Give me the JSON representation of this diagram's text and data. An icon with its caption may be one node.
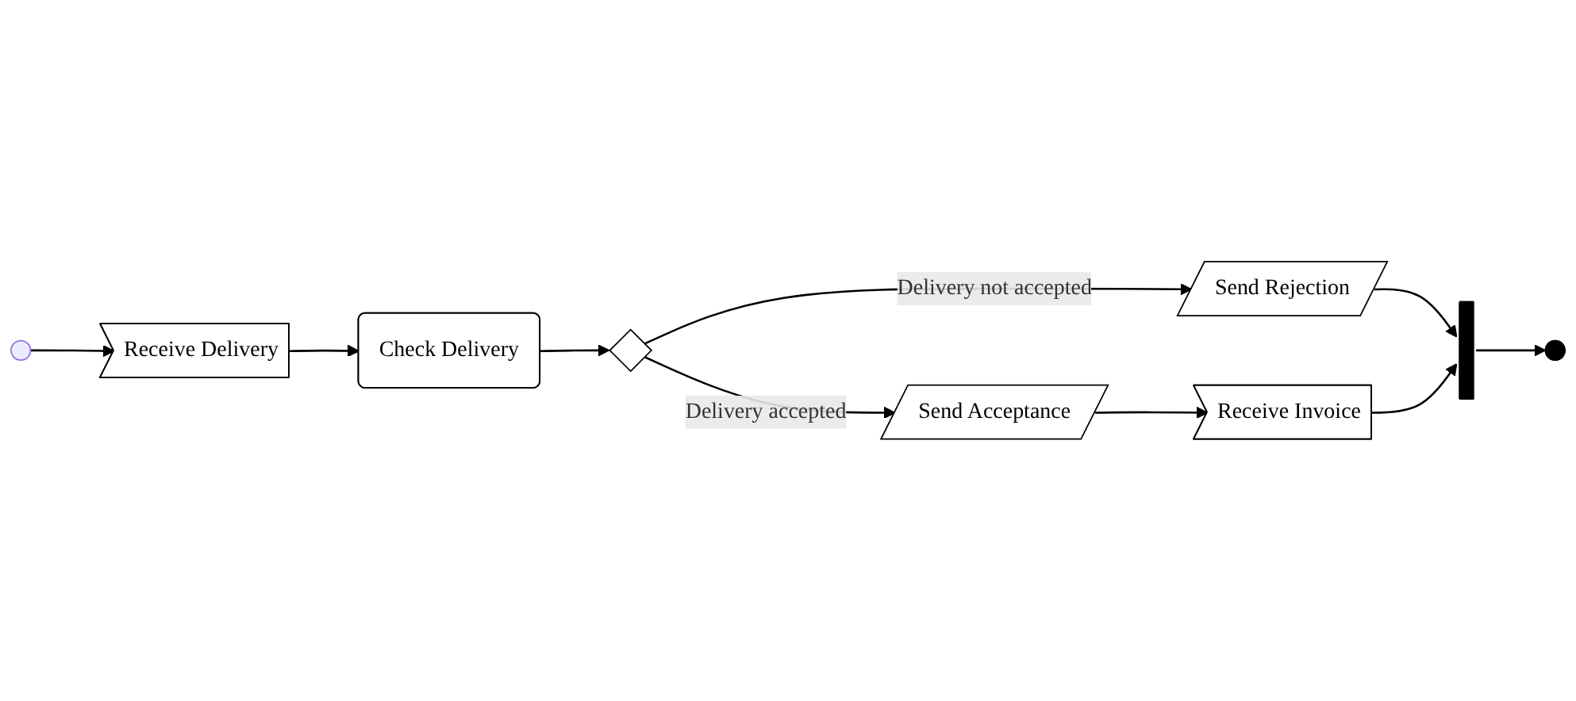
{
  "diagram": {
    "nodes": [
      {
        "text": [],
        "shape": "circle"
      },
      {
        "text": [
          "Receive Delivery"
        ]
      },
      {
        "text": [
          "Check Delivery"
        ]
      },
      {
        "text": [
          "Send Rejection"
        ]
      },
      {
        "text": [],
        "shape": "diamond"
      },
      {
        "text": [],
        "shape": "bar"
      },
      {
        "text": [],
        "shape": "circle"
      },
      {
        "text": [
          "Receive Invoice"
        ]
      },
      {
        "text": [
          "Send Acceptance"
        ]
      }
    ],
    "edges": [
      {
        "from": 0,
        "to": 1,
        "arrow": "to"
      },
      {
        "from": 1,
        "to": 2,
        "arrow": "to"
      },
      {
        "from": 2,
        "to": 4,
        "arrow": "to"
      },
      {
        "from": 4,
        "to": 3,
        "arrow": "to",
        "label": "Delivery not accepted"
      },
      {
        "from": 4,
        "to": 8,
        "arrow": "to",
        "label": "Delivery accepted"
      },
      {
        "from": 3,
        "to": 5,
        "arrow": "to"
      },
      {
        "from": 8,
        "to": 7,
        "arrow": "to"
      },
      {
        "from": 7,
        "to": 5,
        "arrow": "to"
      },
      {
        "from": 5,
        "to": 6,
        "arrow": "to"
      }
    ]
  }
}
